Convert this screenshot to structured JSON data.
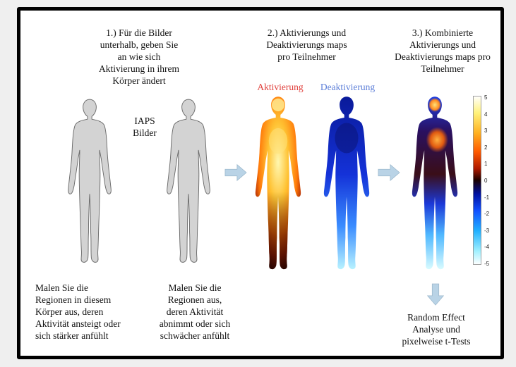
{
  "step1": {
    "lines": [
      "1.) Für die Bilder",
      "unterhalb, geben Sie",
      "an wie sich",
      "Aktivierung in ihrem",
      "Körper ändert"
    ]
  },
  "step2": {
    "lines": [
      "2.) Aktivierungs und",
      "Deaktivierungs maps",
      "pro Teilnehmer"
    ]
  },
  "step3": {
    "lines": [
      "3.) Kombinierte",
      "Aktivierungs und",
      "Deaktivierungs maps pro",
      "Teilnehmer"
    ]
  },
  "iaps": {
    "lines": [
      "IAPS",
      "Bilder"
    ]
  },
  "labels": {
    "activation": "Aktivierung",
    "deactivation": "Deaktivierung"
  },
  "instructions_left": {
    "lines": [
      "Malen Sie die",
      "Regionen in diesem",
      "Körper aus, deren",
      "Aktivität ansteigt oder",
      "sich stärker anfühlt"
    ]
  },
  "instructions_right": {
    "lines": [
      "Malen Sie die",
      "Regionen aus,",
      "deren Aktivität",
      "abnimmt oder sich",
      "schwächer anfühlt"
    ]
  },
  "analysis": {
    "lines": [
      "Random Effect",
      "Analyse und",
      "pixelweise t-Tests"
    ]
  },
  "colorbar": {
    "ticks": [
      "5",
      "4",
      "3",
      "2",
      "1",
      "0",
      "-1",
      "-2",
      "-3",
      "-4",
      "-5"
    ],
    "colors": [
      "#ffffff",
      "#fff27a",
      "#ffb020",
      "#ff5a00",
      "#b01a00",
      "#1a0000",
      "#0010a0",
      "#1050ff",
      "#20b0ff",
      "#a0f0ff",
      "#ffffff"
    ]
  },
  "colors": {
    "activation": "#e0403c",
    "deactivation": "#5d7fd8",
    "arrow": "#b9d3e6"
  }
}
